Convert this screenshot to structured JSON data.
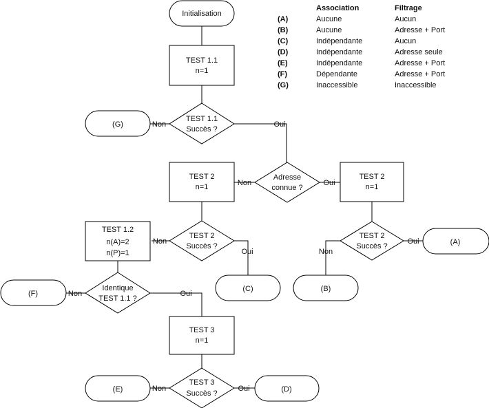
{
  "nodes": {
    "init": "Initialisation",
    "test11": [
      "TEST 1.1",
      "n=1"
    ],
    "dec11": [
      "TEST 1.1",
      "Succès ?"
    ],
    "G": "(G)",
    "decAddr": [
      "Adresse",
      "connue ?"
    ],
    "test2a": [
      "TEST 2",
      "n=1"
    ],
    "test2b": [
      "TEST 2",
      "n=1"
    ],
    "dec2a": [
      "TEST 2",
      "Succès ?"
    ],
    "dec2b": [
      "TEST 2",
      "Succès ?"
    ],
    "A": "(A)",
    "B": "(B)",
    "C": "(C)",
    "test12": [
      "TEST 1.2",
      "n(A)=2",
      "n(P)=1"
    ],
    "decIdent": [
      "Identique",
      "TEST 1.1 ?"
    ],
    "F": "(F)",
    "test3": [
      "TEST 3",
      "n=1"
    ],
    "dec3": [
      "TEST 3",
      "Succès ?"
    ],
    "E": "(E)",
    "D": "(D)"
  },
  "labels": {
    "yes": "Oui",
    "no": "Non"
  },
  "legend": {
    "headers": [
      "Association",
      "Filtrage"
    ],
    "rows": [
      {
        "key": "(A)",
        "association": "Aucune",
        "filtrage": "Aucun"
      },
      {
        "key": "(B)",
        "association": "Aucune",
        "filtrage": "Adresse + Port"
      },
      {
        "key": "(C)",
        "association": "Indépendante",
        "filtrage": "Aucun"
      },
      {
        "key": "(D)",
        "association": "Indépendante",
        "filtrage": "Adresse seule"
      },
      {
        "key": "(E)",
        "association": "Indépendante",
        "filtrage": "Adresse + Port"
      },
      {
        "key": "(F)",
        "association": "Dépendante",
        "filtrage": "Adresse + Port"
      },
      {
        "key": "(G)",
        "association": "Inaccessible",
        "filtrage": "Inaccessible"
      }
    ]
  }
}
